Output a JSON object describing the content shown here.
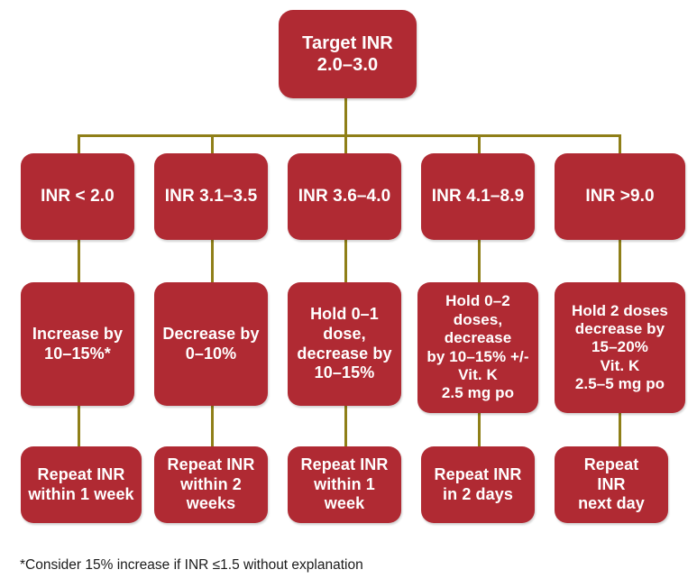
{
  "diagram": {
    "title_node": {
      "label": "Target INR\n2.0–3.0"
    },
    "inr_ranges": [
      {
        "label": "INR < 2.0"
      },
      {
        "label": "INR 3.1–3.5"
      },
      {
        "label": "INR 3.6–4.0"
      },
      {
        "label": "INR 4.1–8.9"
      },
      {
        "label": "INR >9.0"
      }
    ],
    "actions": [
      {
        "label": "Increase by\n10–15%*"
      },
      {
        "label": "Decrease by\n0–10%"
      },
      {
        "label": "Hold 0–1\ndose,\ndecrease by\n10–15%"
      },
      {
        "label": "Hold 0–2\ndoses, decrease\nby 10–15% +/-\nVit. K\n2.5 mg po"
      },
      {
        "label": "Hold 2 doses\ndecrease by\n15–20%\nVit. K\n2.5–5 mg po"
      }
    ],
    "followups": [
      {
        "label": "Repeat INR\nwithin 1 week"
      },
      {
        "label": "Repeat INR\nwithin 2\nweeks"
      },
      {
        "label": "Repeat INR\nwithin 1\nweek"
      },
      {
        "label": "Repeat INR\nin 2 days"
      },
      {
        "label": "Repeat\nINR\nnext day"
      }
    ],
    "footnote": "*Consider 15% increase if INR ≤1.5 without explanation",
    "colors": {
      "node_fill": "#b02a33",
      "node_text": "#ffffff",
      "connector": "#8f7f18",
      "background": "#ffffff",
      "footnote_text": "#1b1b1b"
    }
  }
}
